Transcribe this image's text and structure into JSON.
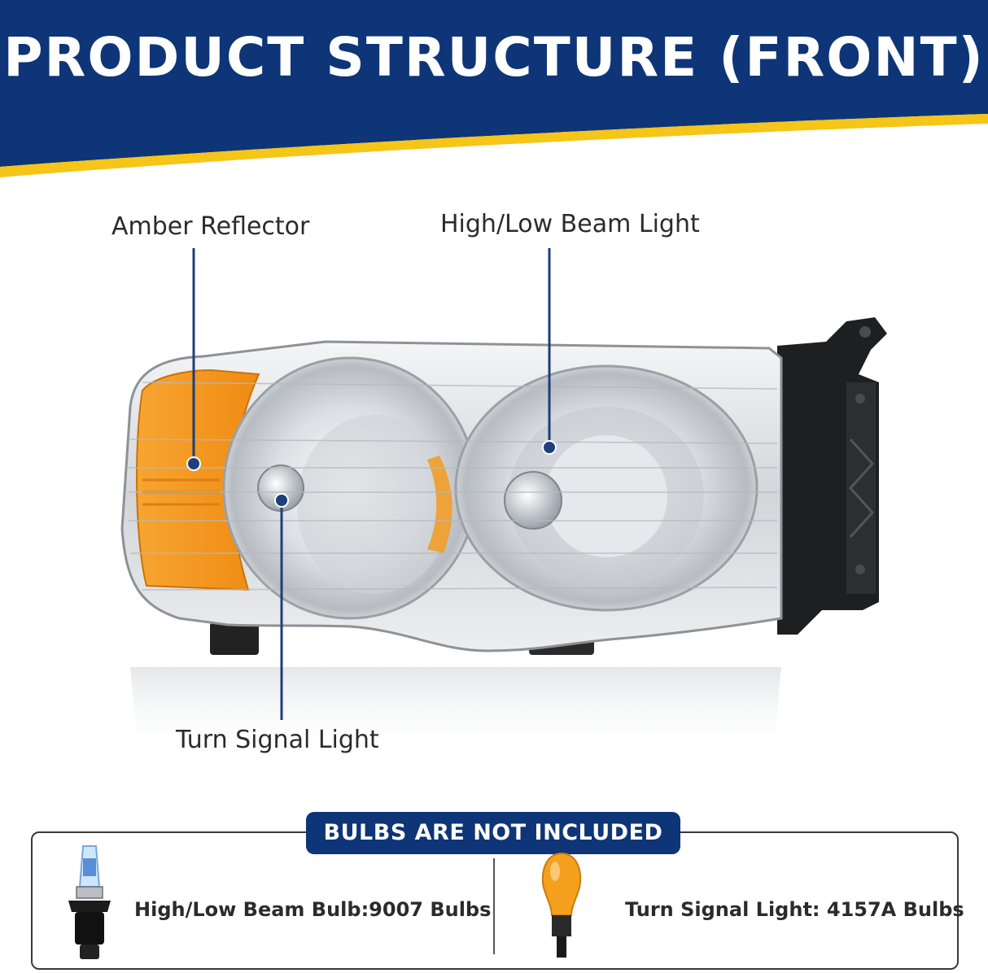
{
  "banner": {
    "title": "PRODUCT STRUCTURE (FRONT)",
    "colors": {
      "background": "#0d3577",
      "stripe": "#f5c518"
    }
  },
  "callouts": {
    "amber_reflector": "Amber Reflector",
    "beam_light": "High/Low Beam Light",
    "turn_signal": "Turn Signal Light"
  },
  "colors": {
    "pointer_line": "#1d3f7a",
    "amber": "#f39a1e"
  },
  "bulbs": {
    "notice": "BULBS ARE NOT INCLUDED",
    "items": [
      {
        "label": "High/Low Beam Bulb:9007 Bulbs",
        "icon": "halogen-bulb-icon"
      },
      {
        "label": "Turn Signal Light: 4157A Bulbs",
        "icon": "amber-bulb-icon"
      }
    ]
  }
}
